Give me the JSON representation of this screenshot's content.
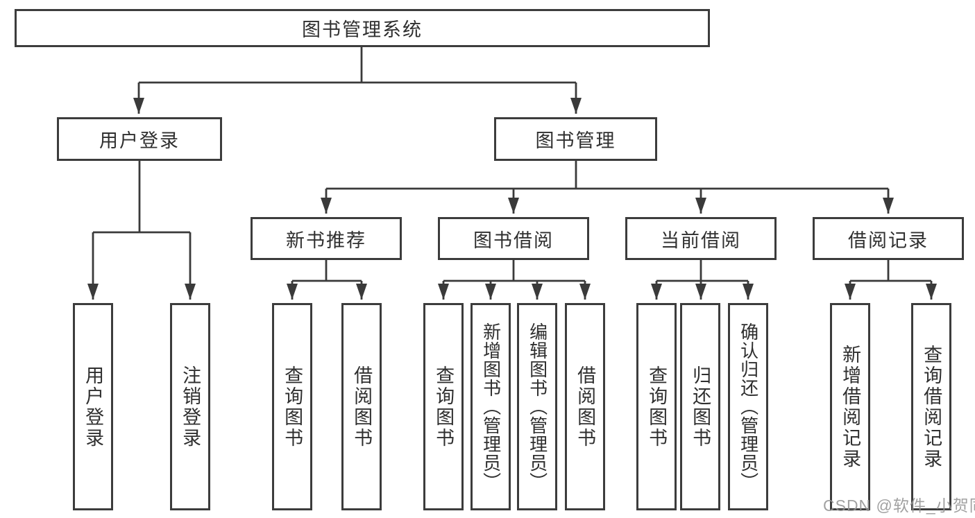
{
  "diagram": {
    "title_node": {
      "label": "图书管理系统"
    },
    "level2": [
      {
        "label": "用户登录"
      },
      {
        "label": "图书管理"
      }
    ],
    "level3": [
      {
        "label": "新书推荐",
        "parent": "图书管理"
      },
      {
        "label": "图书借阅",
        "parent": "图书管理"
      },
      {
        "label": "当前借阅",
        "parent": "图书管理"
      },
      {
        "label": "借阅记录",
        "parent": "图书管理"
      }
    ],
    "leaves": [
      {
        "label": "用户登录",
        "parent": "用户登录"
      },
      {
        "label": "注销登录",
        "parent": "用户登录"
      },
      {
        "label": "查询图书",
        "parent": "新书推荐"
      },
      {
        "label": "借阅图书",
        "parent": "新书推荐"
      },
      {
        "label": "查询图书",
        "parent": "图书借阅"
      },
      {
        "label": "新增图书（管理员）",
        "parent": "图书借阅"
      },
      {
        "label": "编辑图书（管理员）",
        "parent": "图书借阅"
      },
      {
        "label": "借阅图书",
        "parent": "图书借阅"
      },
      {
        "label": "查询图书",
        "parent": "当前借阅"
      },
      {
        "label": "归还图书",
        "parent": "当前借阅"
      },
      {
        "label": "确认归还（管理员）",
        "parent": "当前借阅"
      },
      {
        "label": "新增借阅记录",
        "parent": "借阅记录"
      },
      {
        "label": "查询借阅记录",
        "parent": "借阅记录"
      }
    ],
    "colors": {
      "line": "#3a3a3a",
      "border": "#3c3c3c",
      "text": "#2f2f2f",
      "watermark": "#949494"
    }
  },
  "watermark": {
    "text": "CSDN @软件_小贺同学"
  }
}
